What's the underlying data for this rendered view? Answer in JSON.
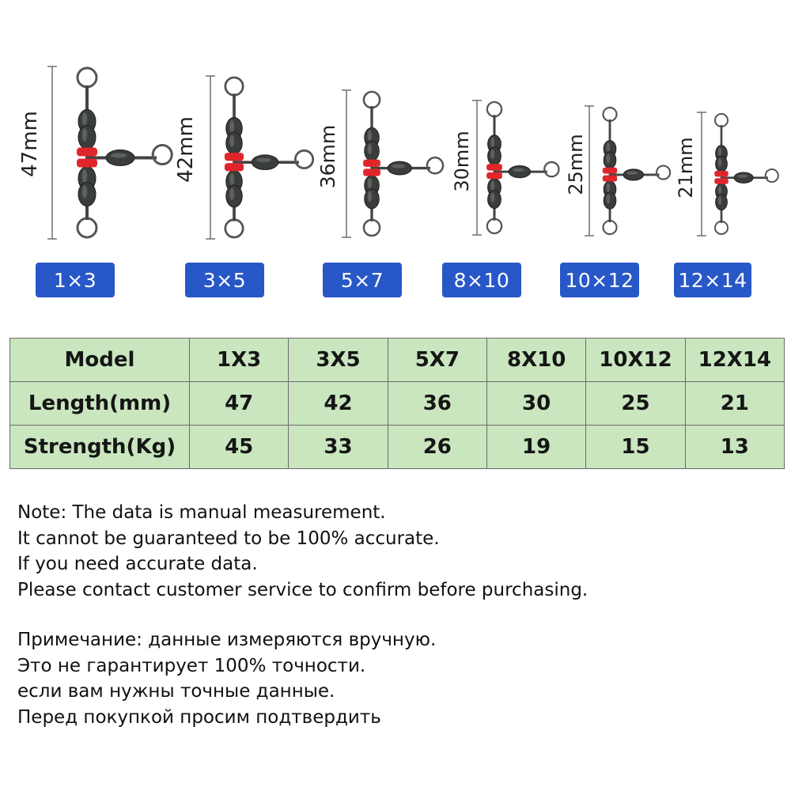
{
  "models": [
    {
      "badge": "1×3",
      "size": "47mm"
    },
    {
      "badge": "3×5",
      "size": "42mm"
    },
    {
      "badge": "5×7",
      "size": "36mm"
    },
    {
      "badge": "8×10",
      "size": "30mm"
    },
    {
      "badge": "10×12",
      "size": "25mm"
    },
    {
      "badge": "12×14",
      "size": "21mm"
    }
  ],
  "table": {
    "rows": [
      {
        "label": "Model",
        "cells": [
          "1X3",
          "3X5",
          "5X7",
          "8X10",
          "10X12",
          "12X14"
        ]
      },
      {
        "label": "Length(mm)",
        "cells": [
          "47",
          "42",
          "36",
          "30",
          "25",
          "21"
        ]
      },
      {
        "label": "Strength(Kg)",
        "cells": [
          "45",
          "33",
          "26",
          "19",
          "15",
          "13"
        ]
      }
    ]
  },
  "note_en": [
    "Note: The data is manual measurement.",
    "It cannot be guaranteed to be 100% accurate.",
    "If you need accurate data.",
    "Please contact customer service to confirm before purchasing."
  ],
  "note_ru": [
    "Примечание: данные измеряются вручную.",
    "Это не гарантирует 100% точности.",
    "если вам нужны точные данные.",
    "Перед покупкой просим подтвердить"
  ],
  "colors": {
    "badge": "#2857c7",
    "table_bg": "#c9e6bf",
    "bead": "#e0262b",
    "metal": "#3a3d3a"
  },
  "icons": {
    "product": "three-way-swivel-icon"
  }
}
